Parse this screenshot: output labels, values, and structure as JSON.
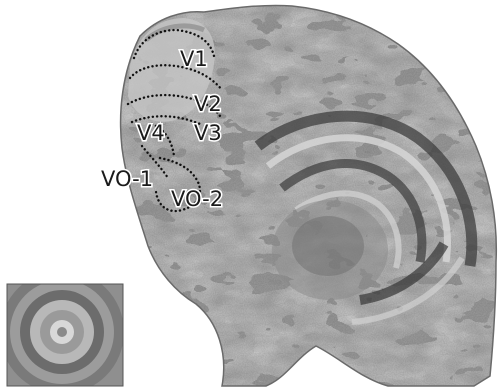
{
  "figure": {
    "labels": {
      "v1": "V1",
      "v2": "V2",
      "v3": "V3",
      "v4": "V4",
      "vo1": "VO-1",
      "vo2": "VO-2"
    },
    "colors": {
      "background": "#ffffff",
      "gyri": "#a8a8a8",
      "sulci": "#4a4a4a",
      "boundary_dots": "#111111",
      "label_text": "#1a1a1a"
    }
  }
}
